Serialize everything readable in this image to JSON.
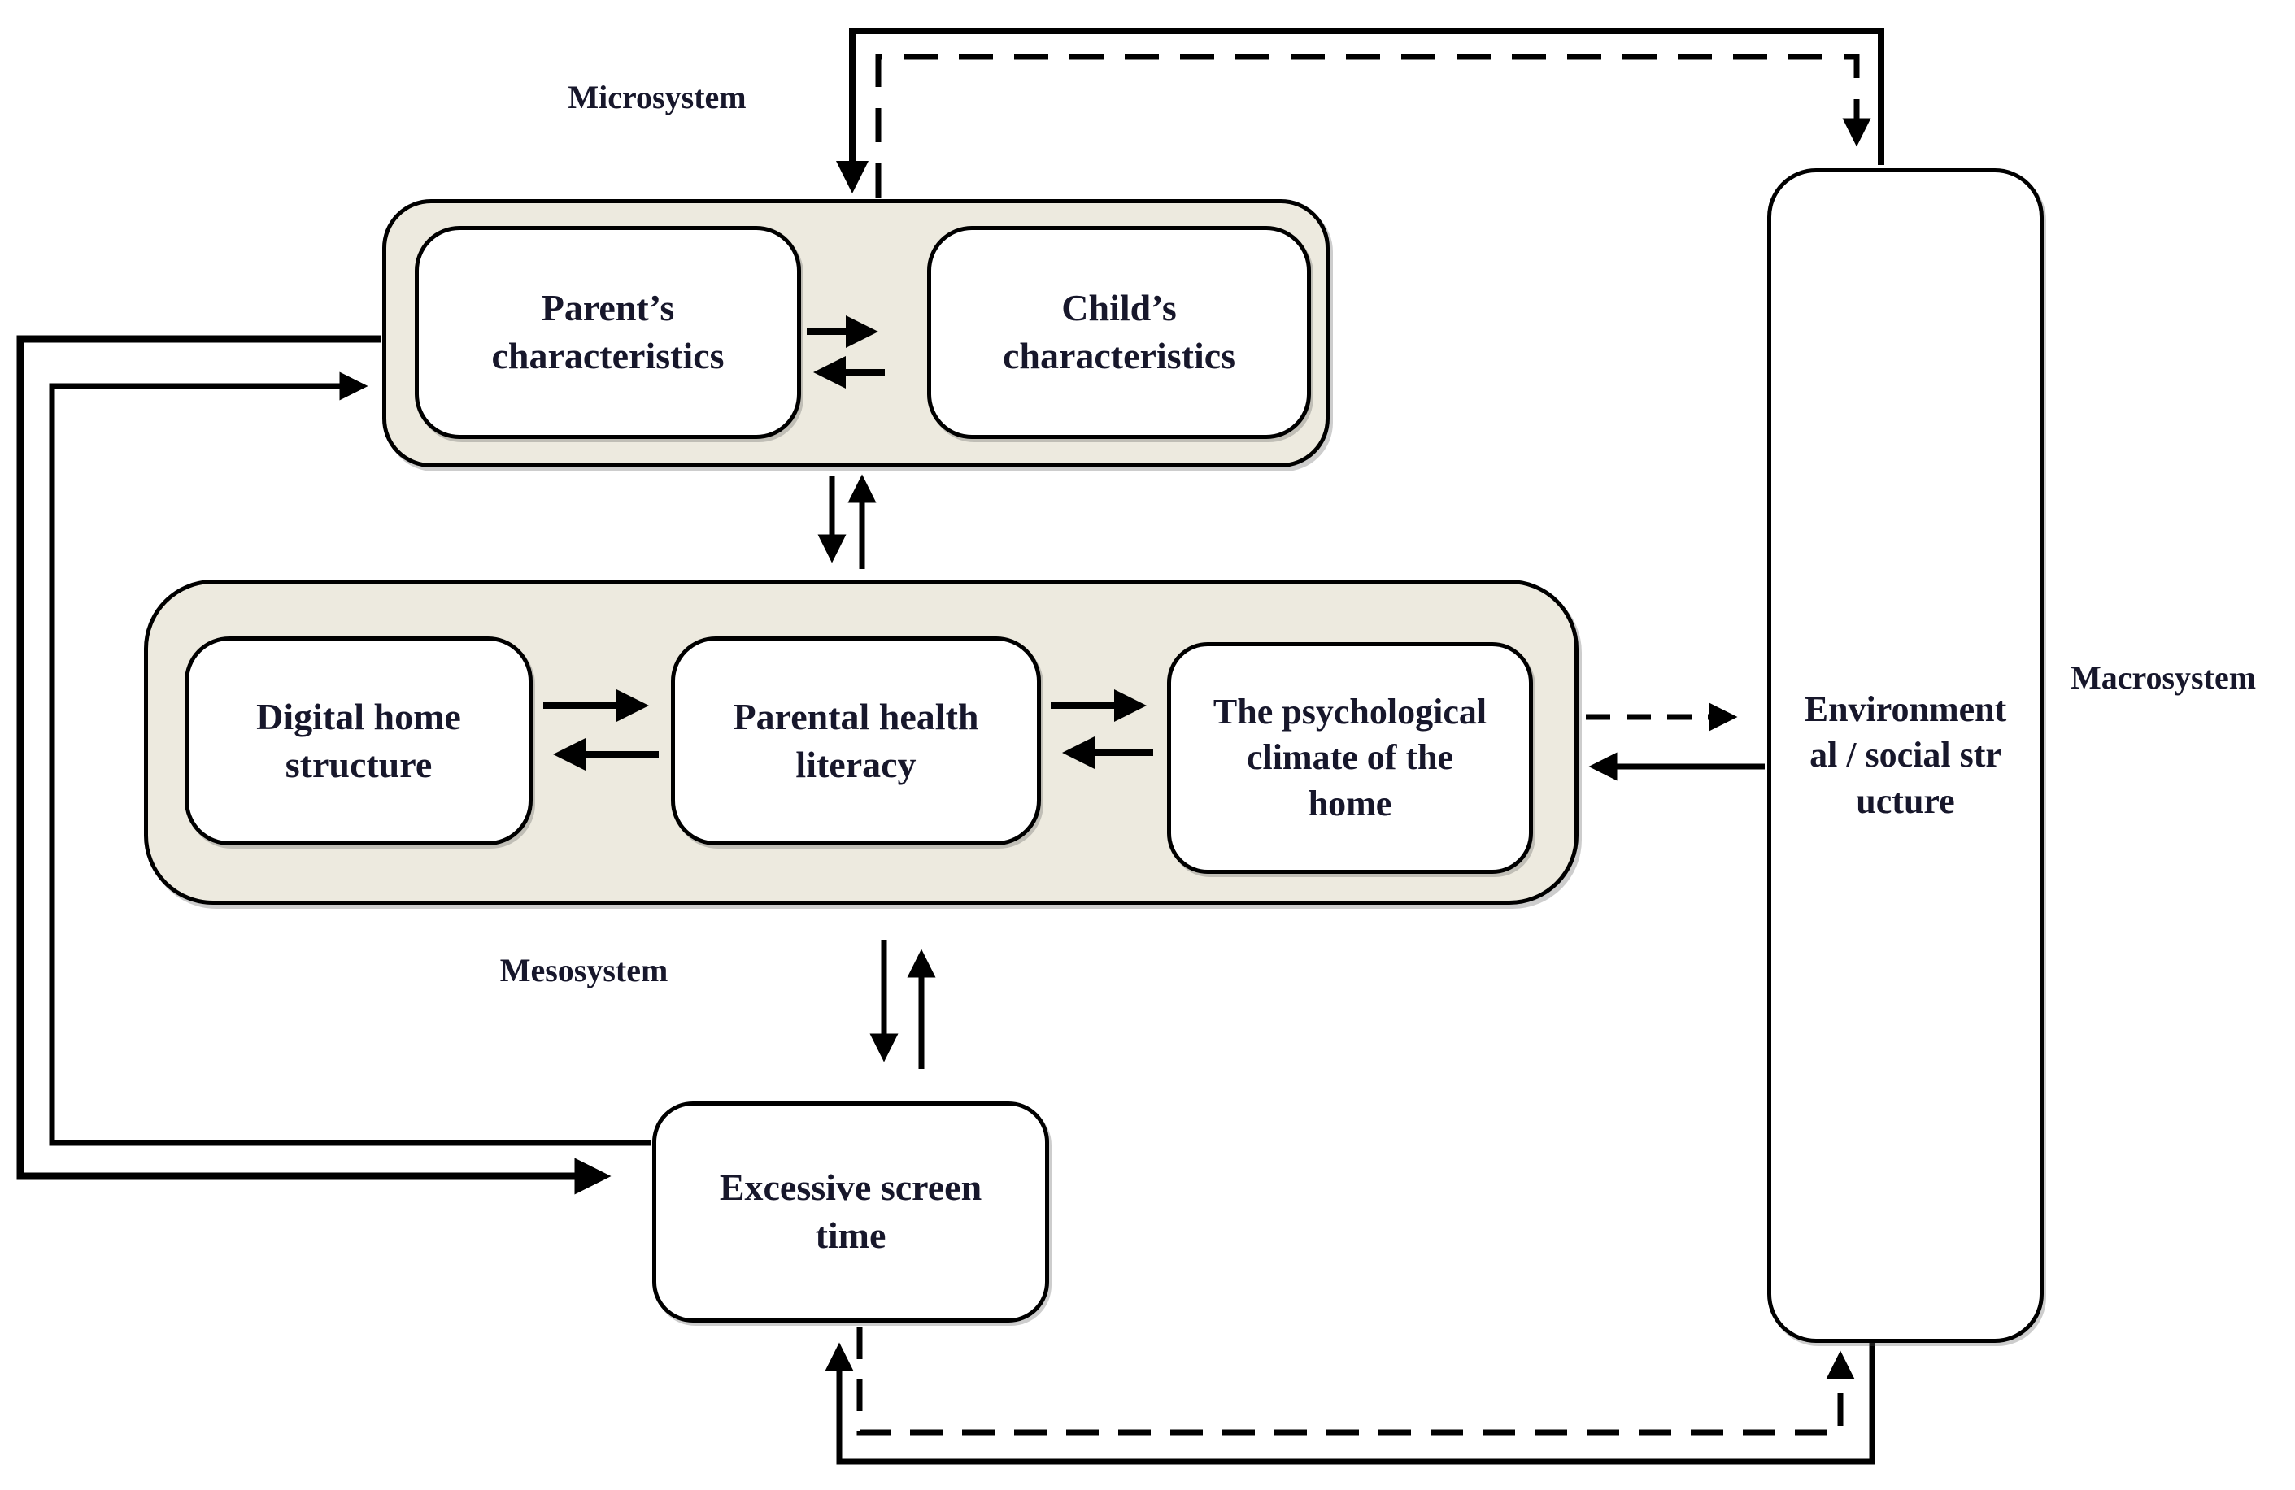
{
  "labels": {
    "microsystem": "Microsystem",
    "mesosystem": "Mesosystem",
    "macrosystem": "Macrosystem"
  },
  "boxes": {
    "parent": "Parent’s characteristics",
    "child": "Child’s characteristics",
    "digital": "Digital home structure",
    "parental": "Parental health literacy",
    "psychological": "The psychological climate of the home",
    "excessive": "Excessive screen time",
    "environment": "Environmental / social structure"
  },
  "colors": {
    "container_fill": "#edeadf",
    "line": "#000000",
    "text": "#17172b",
    "background": "#ffffff"
  },
  "connections": [
    {
      "from": "environmental-social-structure",
      "to": "microsystem",
      "style": "solid",
      "route": "top"
    },
    {
      "from": "microsystem",
      "to": "environmental-social-structure",
      "style": "dashed",
      "route": "top"
    },
    {
      "from": "parents-characteristics",
      "to": "childs-characteristics",
      "style": "solid",
      "bidirectional": true
    },
    {
      "from": "microsystem",
      "to": "mesosystem",
      "style": "solid",
      "bidirectional": true
    },
    {
      "from": "digital-home-structure",
      "to": "parental-health-literacy",
      "style": "solid",
      "bidirectional": true
    },
    {
      "from": "parental-health-literacy",
      "to": "psychological-climate-of-the-home",
      "style": "solid",
      "bidirectional": true
    },
    {
      "from": "mesosystem",
      "to": "environmental-social-structure",
      "style": "dashed",
      "route": "right"
    },
    {
      "from": "environmental-social-structure",
      "to": "psychological-climate-of-the-home",
      "style": "solid",
      "route": "right"
    },
    {
      "from": "mesosystem",
      "to": "excessive-screen-time",
      "style": "solid",
      "bidirectional": true
    },
    {
      "from": "microsystem",
      "to": "excessive-screen-time",
      "style": "solid",
      "route": "left"
    },
    {
      "from": "excessive-screen-time",
      "to": "microsystem",
      "style": "solid",
      "route": "left"
    },
    {
      "from": "environmental-social-structure",
      "to": "excessive-screen-time",
      "style": "solid",
      "route": "bottom"
    },
    {
      "from": "excessive-screen-time",
      "to": "environmental-social-structure",
      "style": "dashed",
      "route": "bottom"
    }
  ]
}
